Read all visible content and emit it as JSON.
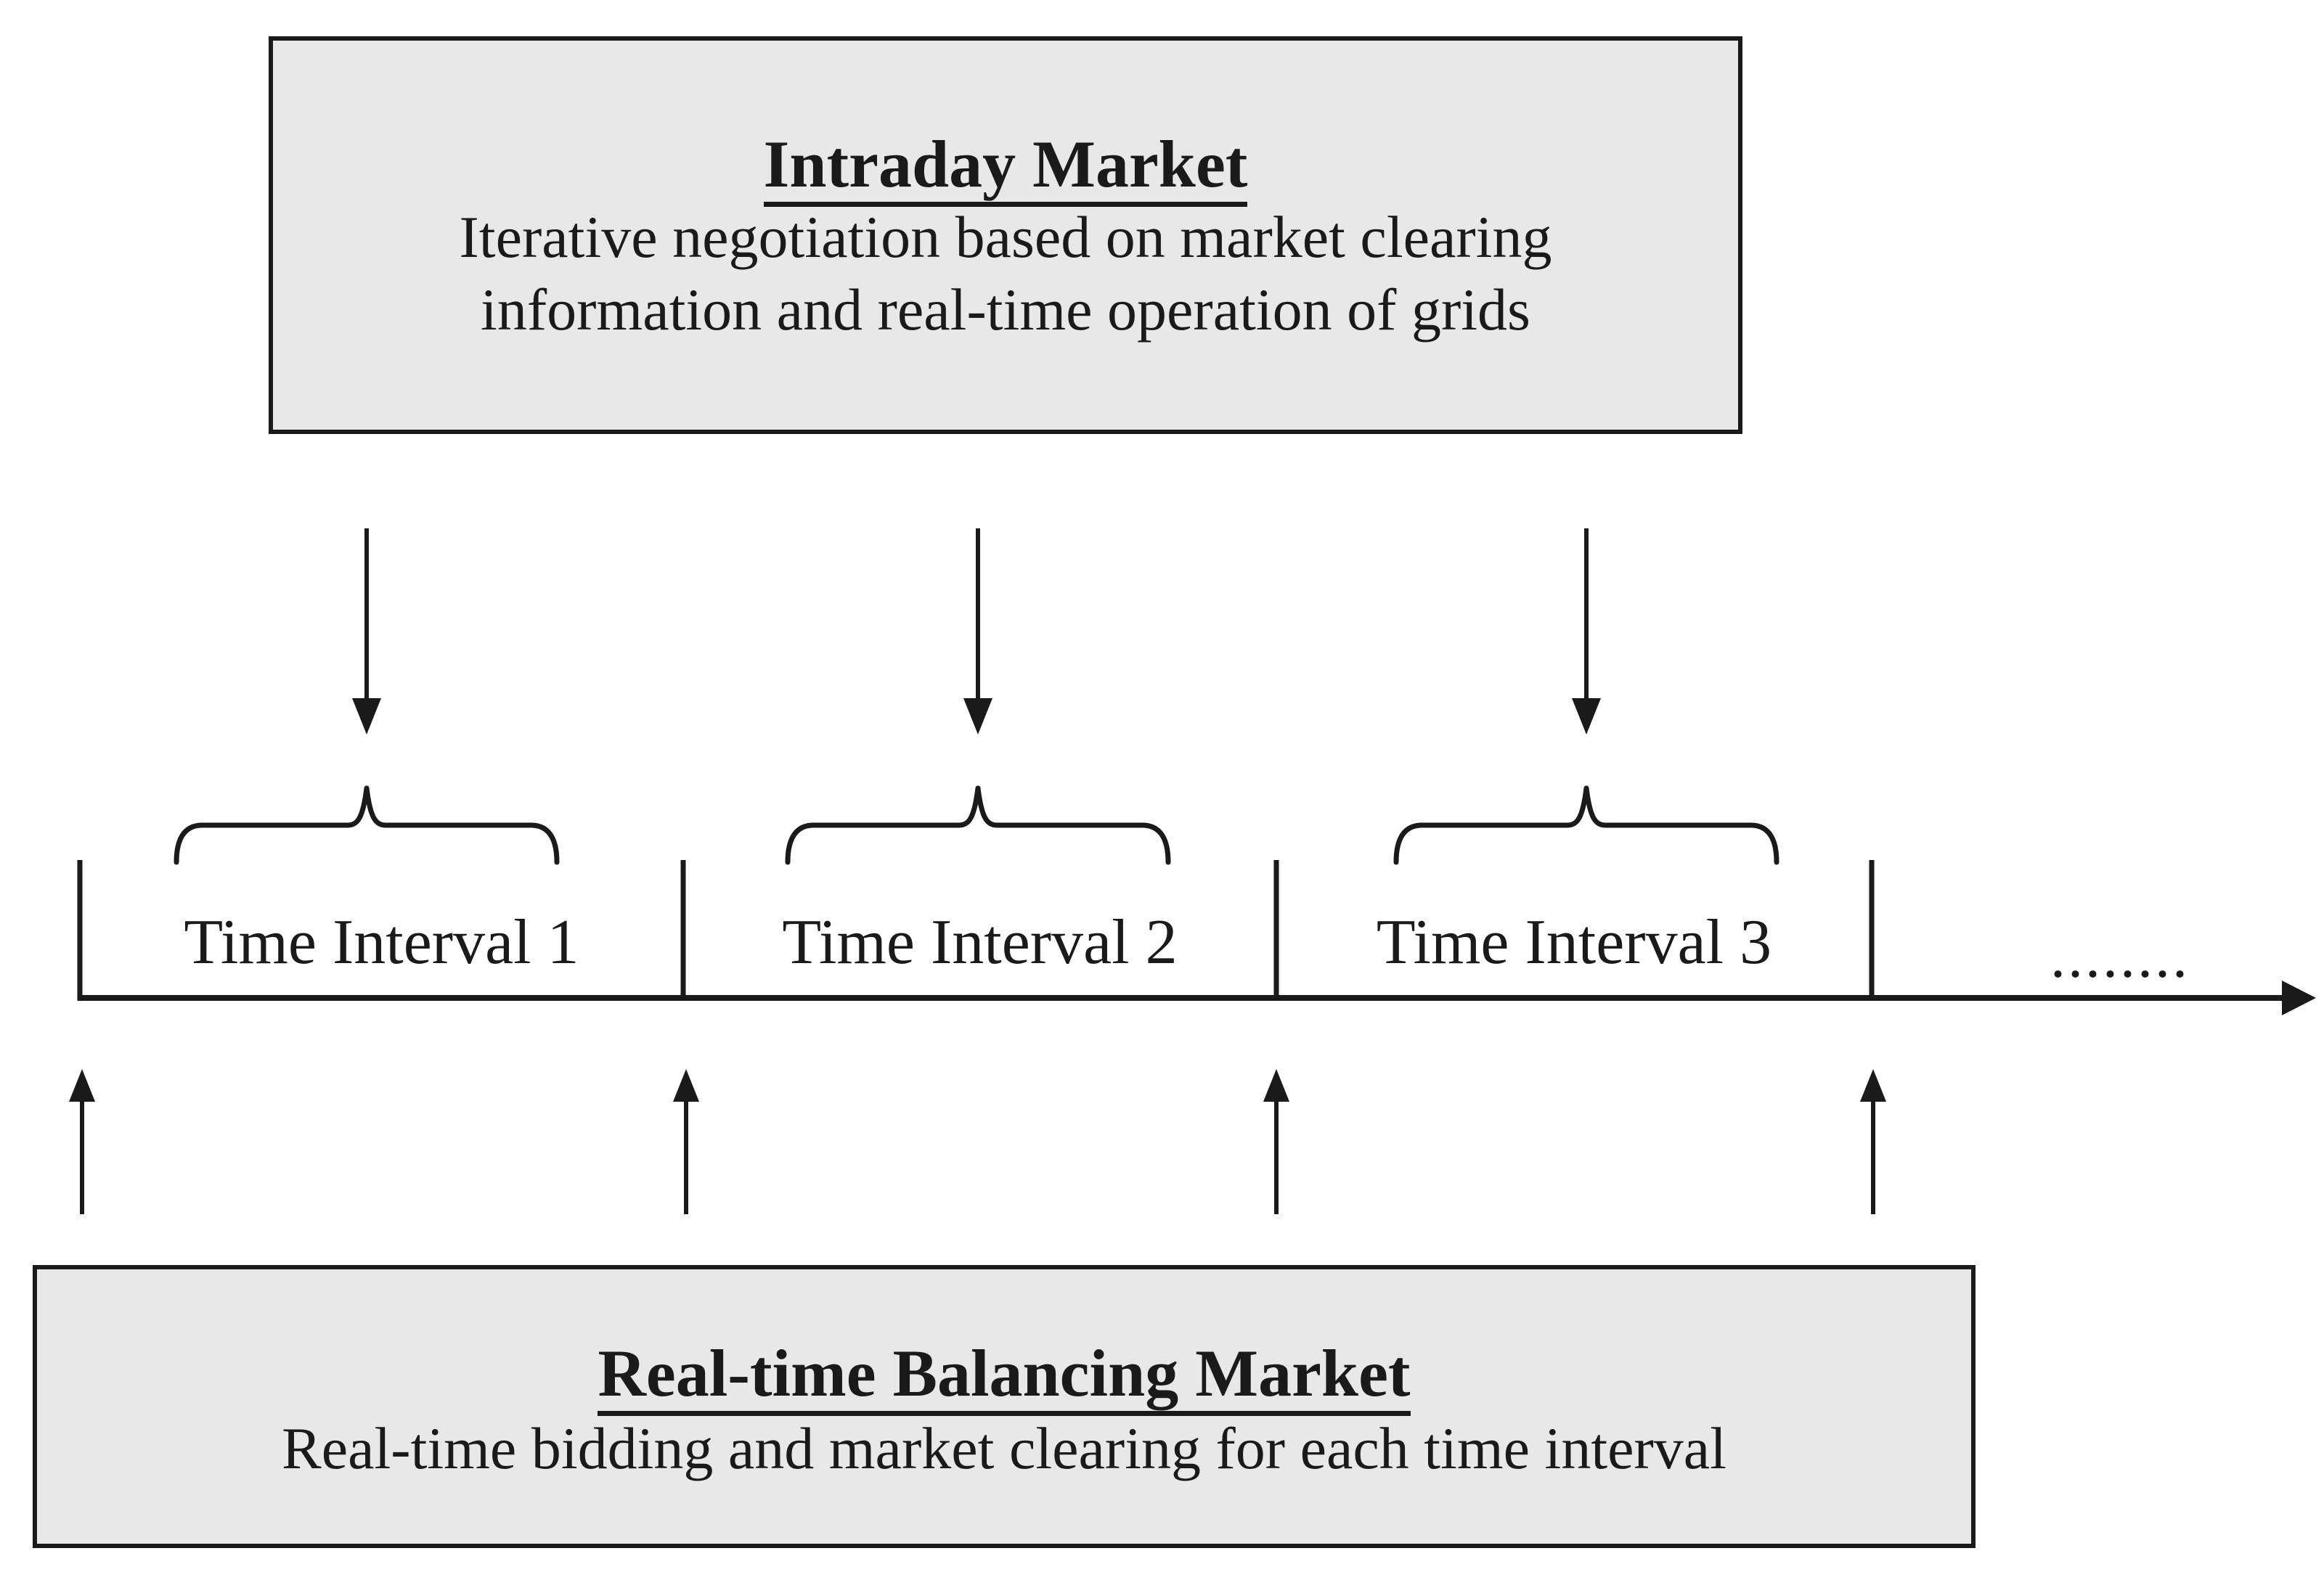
{
  "diagram": {
    "colors": {
      "background": "#ffffff",
      "box_fill": "#e8e8e8",
      "line": "#1a1a1a"
    },
    "top_box": {
      "title": "Intraday Market",
      "description_lines": [
        "Iterative negotiation based on market clearing",
        "information and real-time operation of grids"
      ]
    },
    "bottom_box": {
      "title": "Real-time Balancing Market",
      "description": "Real-time bidding and market clearing for each time interval"
    },
    "timeline": {
      "interval_labels": [
        "Time Interval 1",
        "Time Interval 2",
        "Time Interval 3"
      ],
      "continuation_dots": "........"
    }
  }
}
